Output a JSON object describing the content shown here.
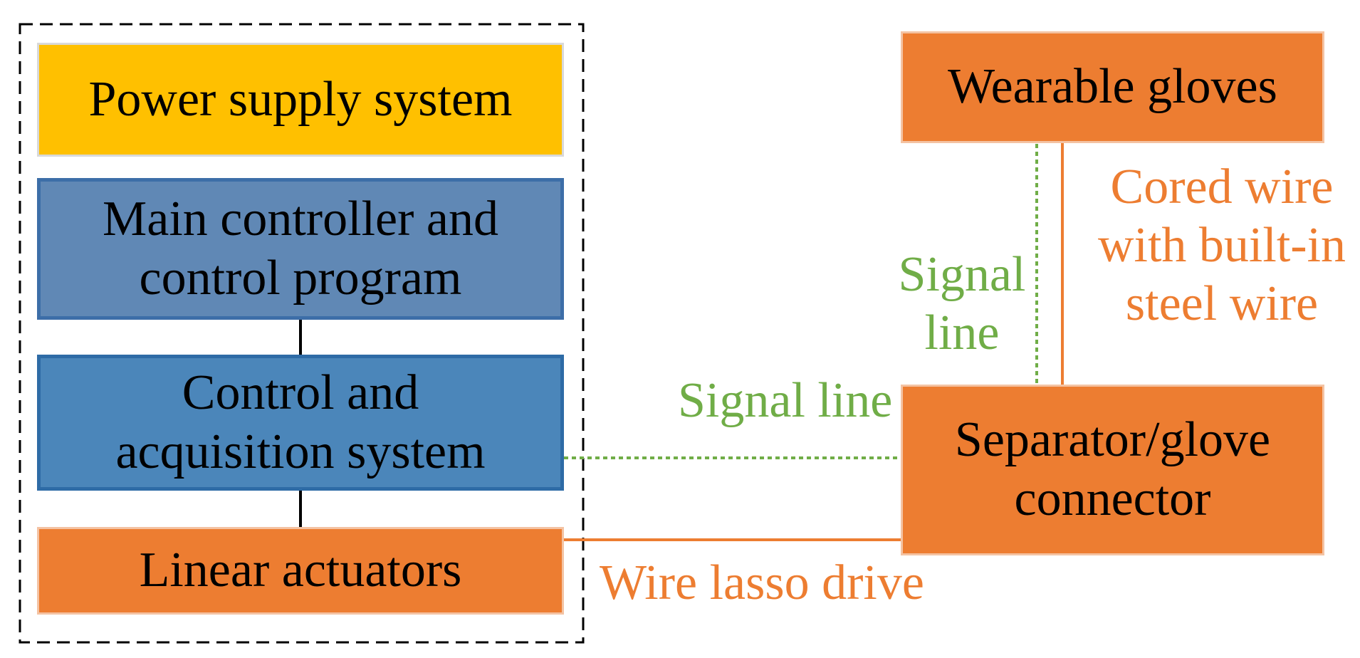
{
  "colors": {
    "power_fill": "#FFC000",
    "power_border": "#D9D9D9",
    "main_fill": "#6088B5",
    "main_border": "#3D6EA8",
    "control_fill": "#4B86BA",
    "control_border": "#2E6BA6",
    "orange_fill": "#ED7D31",
    "orange_border": "#F4C3A3",
    "signal_green": "#70AD47",
    "wire_orange": "#ED7D31",
    "connector_black": "#000000",
    "frame_dash": "#000000"
  },
  "boxes": {
    "power_supply": {
      "label": "Power supply system"
    },
    "main_controller": {
      "lines": [
        "Main controller and",
        "control program"
      ]
    },
    "control_acquisition": {
      "lines": [
        "Control and",
        "acquisition system"
      ]
    },
    "linear_actuators": {
      "label": "Linear actuators"
    },
    "wearable_gloves": {
      "label": "Wearable gloves"
    },
    "separator_connector": {
      "lines": [
        "Separator/glove",
        "connector"
      ]
    }
  },
  "labels": {
    "signal_line_horizontal": "Signal line",
    "signal_line_vertical": [
      "Signal",
      "line"
    ],
    "cored_wire": [
      "Cored wire",
      "with built-in",
      "steel wire"
    ],
    "wire_lasso_drive": "Wire lasso drive"
  }
}
